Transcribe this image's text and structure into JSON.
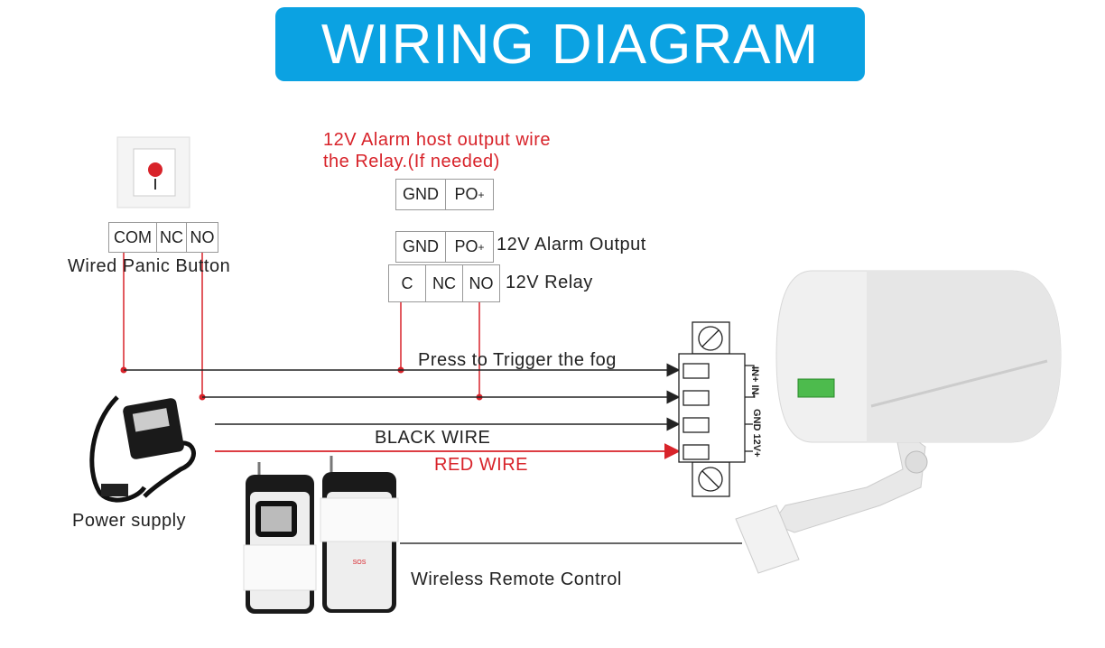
{
  "title": "WIRING DIAGRAM",
  "panic_button": {
    "terminals": [
      "COM",
      "NC",
      "NO"
    ],
    "label": "Wired Panic Button"
  },
  "alarm_host_note": {
    "line1": "12V Alarm host output wire",
    "line2": "the Relay.(If needed)"
  },
  "alarm_host_terminals": {
    "gnd": "GND",
    "po": "PO",
    "po_sign": "+"
  },
  "alarm_output": {
    "gnd": "GND",
    "po": "PO",
    "po_sign": "+",
    "label": "12V Alarm Output"
  },
  "relay": {
    "terminals": [
      "C",
      "NC",
      "NO"
    ],
    "label": "12V Relay"
  },
  "wires": {
    "trigger": "Press to Trigger the fog",
    "black": "BLACK WIRE",
    "red": "RED WIRE"
  },
  "terminal_block": {
    "in_label": "IN+ IN-",
    "power_label": "GND 12V+"
  },
  "power_supply": {
    "label": "Power supply"
  },
  "remote": {
    "label": "Wireless Remote Control"
  },
  "colors": {
    "banner": "#0ba2e2",
    "red": "#d8232a"
  }
}
